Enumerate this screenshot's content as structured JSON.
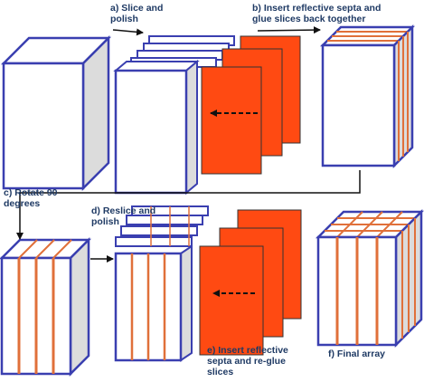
{
  "steps": {
    "a": "a) Slice and\npolish",
    "b": "b) Insert reflective septa and\nglue slices back together",
    "c": "c) Rotate 90\ndegrees",
    "d": "d) Reslice and\npolish",
    "e": "e) Insert reflective\nsepta and re-glue\nslices",
    "f": "f) Final array"
  },
  "colors": {
    "outline": "#3a3fb0",
    "septa": "#e0703a",
    "slice_highlight": "#ff4a12",
    "side_face": "#dcdcdc",
    "label": "#1f3a64",
    "arrow": "#111111"
  }
}
